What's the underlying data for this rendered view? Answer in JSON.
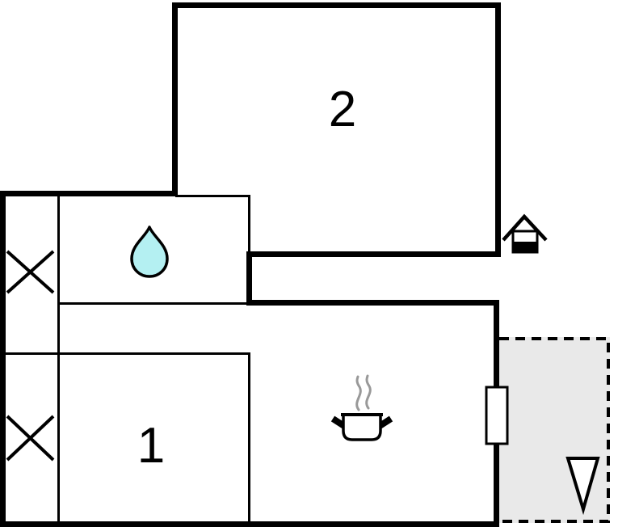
{
  "floor_plan": {
    "background": "#ffffff",
    "room_labels": [
      {
        "id": "room-2",
        "label": "2"
      },
      {
        "id": "room-1",
        "label": "1"
      }
    ],
    "icons": [
      "window-cross-icon",
      "window-cross-icon",
      "water-drop-icon",
      "entrance-house-icon",
      "cooking-pot-icon",
      "steam-icon",
      "door-icon",
      "terrace-arrow-icon"
    ],
    "colors": {
      "wall": "#000000",
      "water_drop_fill": "#b4f0f2",
      "terrace_fill": "#e9e9e9",
      "steam": "#999999"
    }
  }
}
